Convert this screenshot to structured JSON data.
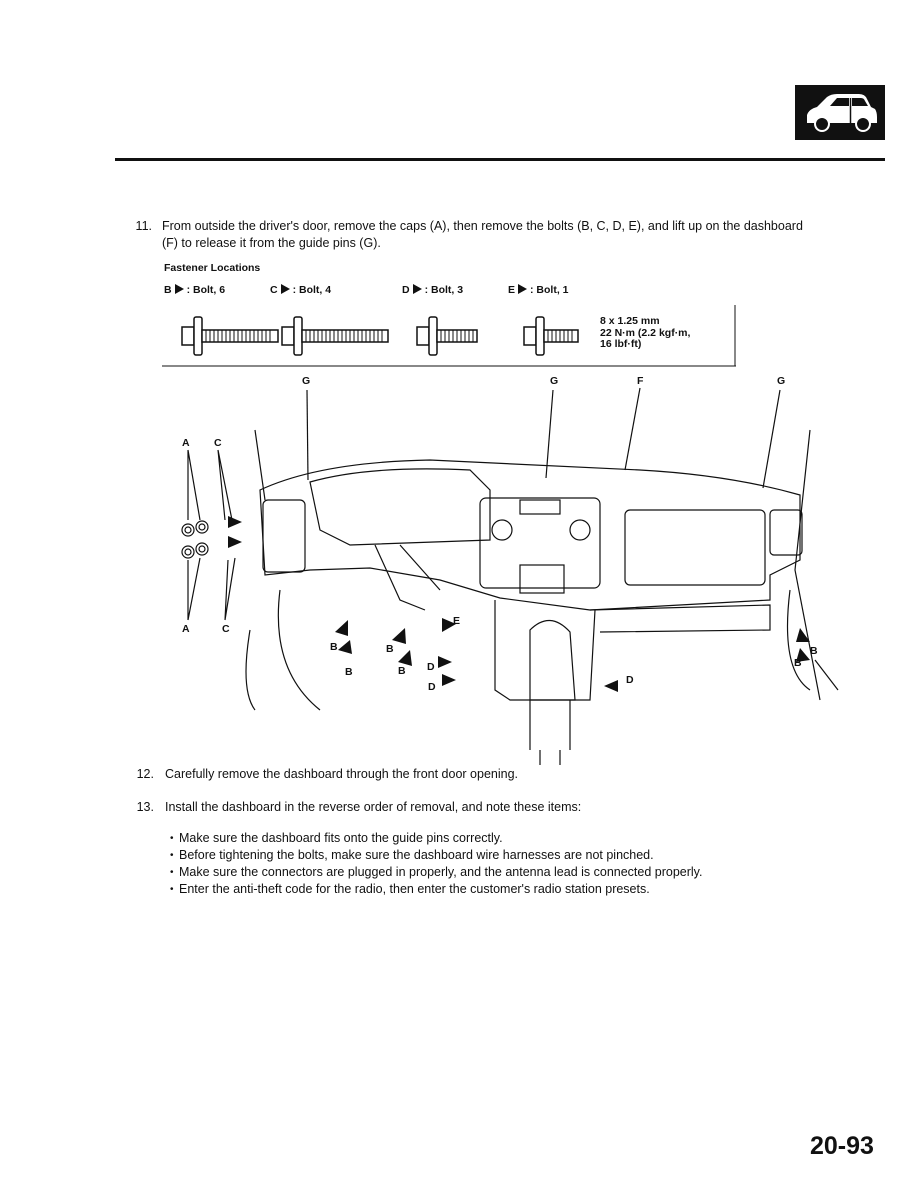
{
  "steps": {
    "s11": {
      "num": "11.",
      "text": "From outside the driver's door, remove the caps (A), then remove the bolts (B, C, D, E), and lift up on the dashboard (F) to release it from the guide pins (G)."
    },
    "s12": {
      "num": "12.",
      "text": "Carefully remove the dashboard through the front door opening."
    },
    "s13": {
      "num": "13.",
      "text": "Install the dashboard in the reverse order of removal, and note these items:"
    }
  },
  "fastener": {
    "title": "Fastener Locations",
    "items": [
      {
        "letter": "B",
        "desc": ": Bolt, 6"
      },
      {
        "letter": "C",
        "desc": ": Bolt, 4"
      },
      {
        "letter": "D",
        "desc": ": Bolt, 3"
      },
      {
        "letter": "E",
        "desc": ": Bolt, 1"
      }
    ],
    "spec": [
      "8 x 1.25 mm",
      "22 N·m (2.2 kgf·m,",
      "16 lbf·ft)"
    ]
  },
  "notes": [
    "Make sure the dashboard fits onto the guide pins correctly.",
    "Before tightening the bolts, make sure the dashboard wire harnesses are not pinched.",
    "Make sure the connectors are plugged in properly, and the antenna lead is connected properly.",
    "Enter the anti-theft code for the radio, then enter the customer's radio station presets."
  ],
  "callouts": {
    "g": "G",
    "f": "F",
    "a": "A",
    "c": "C",
    "b": "B",
    "d": "D",
    "e": "E"
  },
  "page_number": "20-93",
  "colors": {
    "ink": "#111111",
    "paper": "#ffffff"
  },
  "icons": [
    "car-side-icon",
    "bolt-icon",
    "arrow-triangle-icon"
  ]
}
